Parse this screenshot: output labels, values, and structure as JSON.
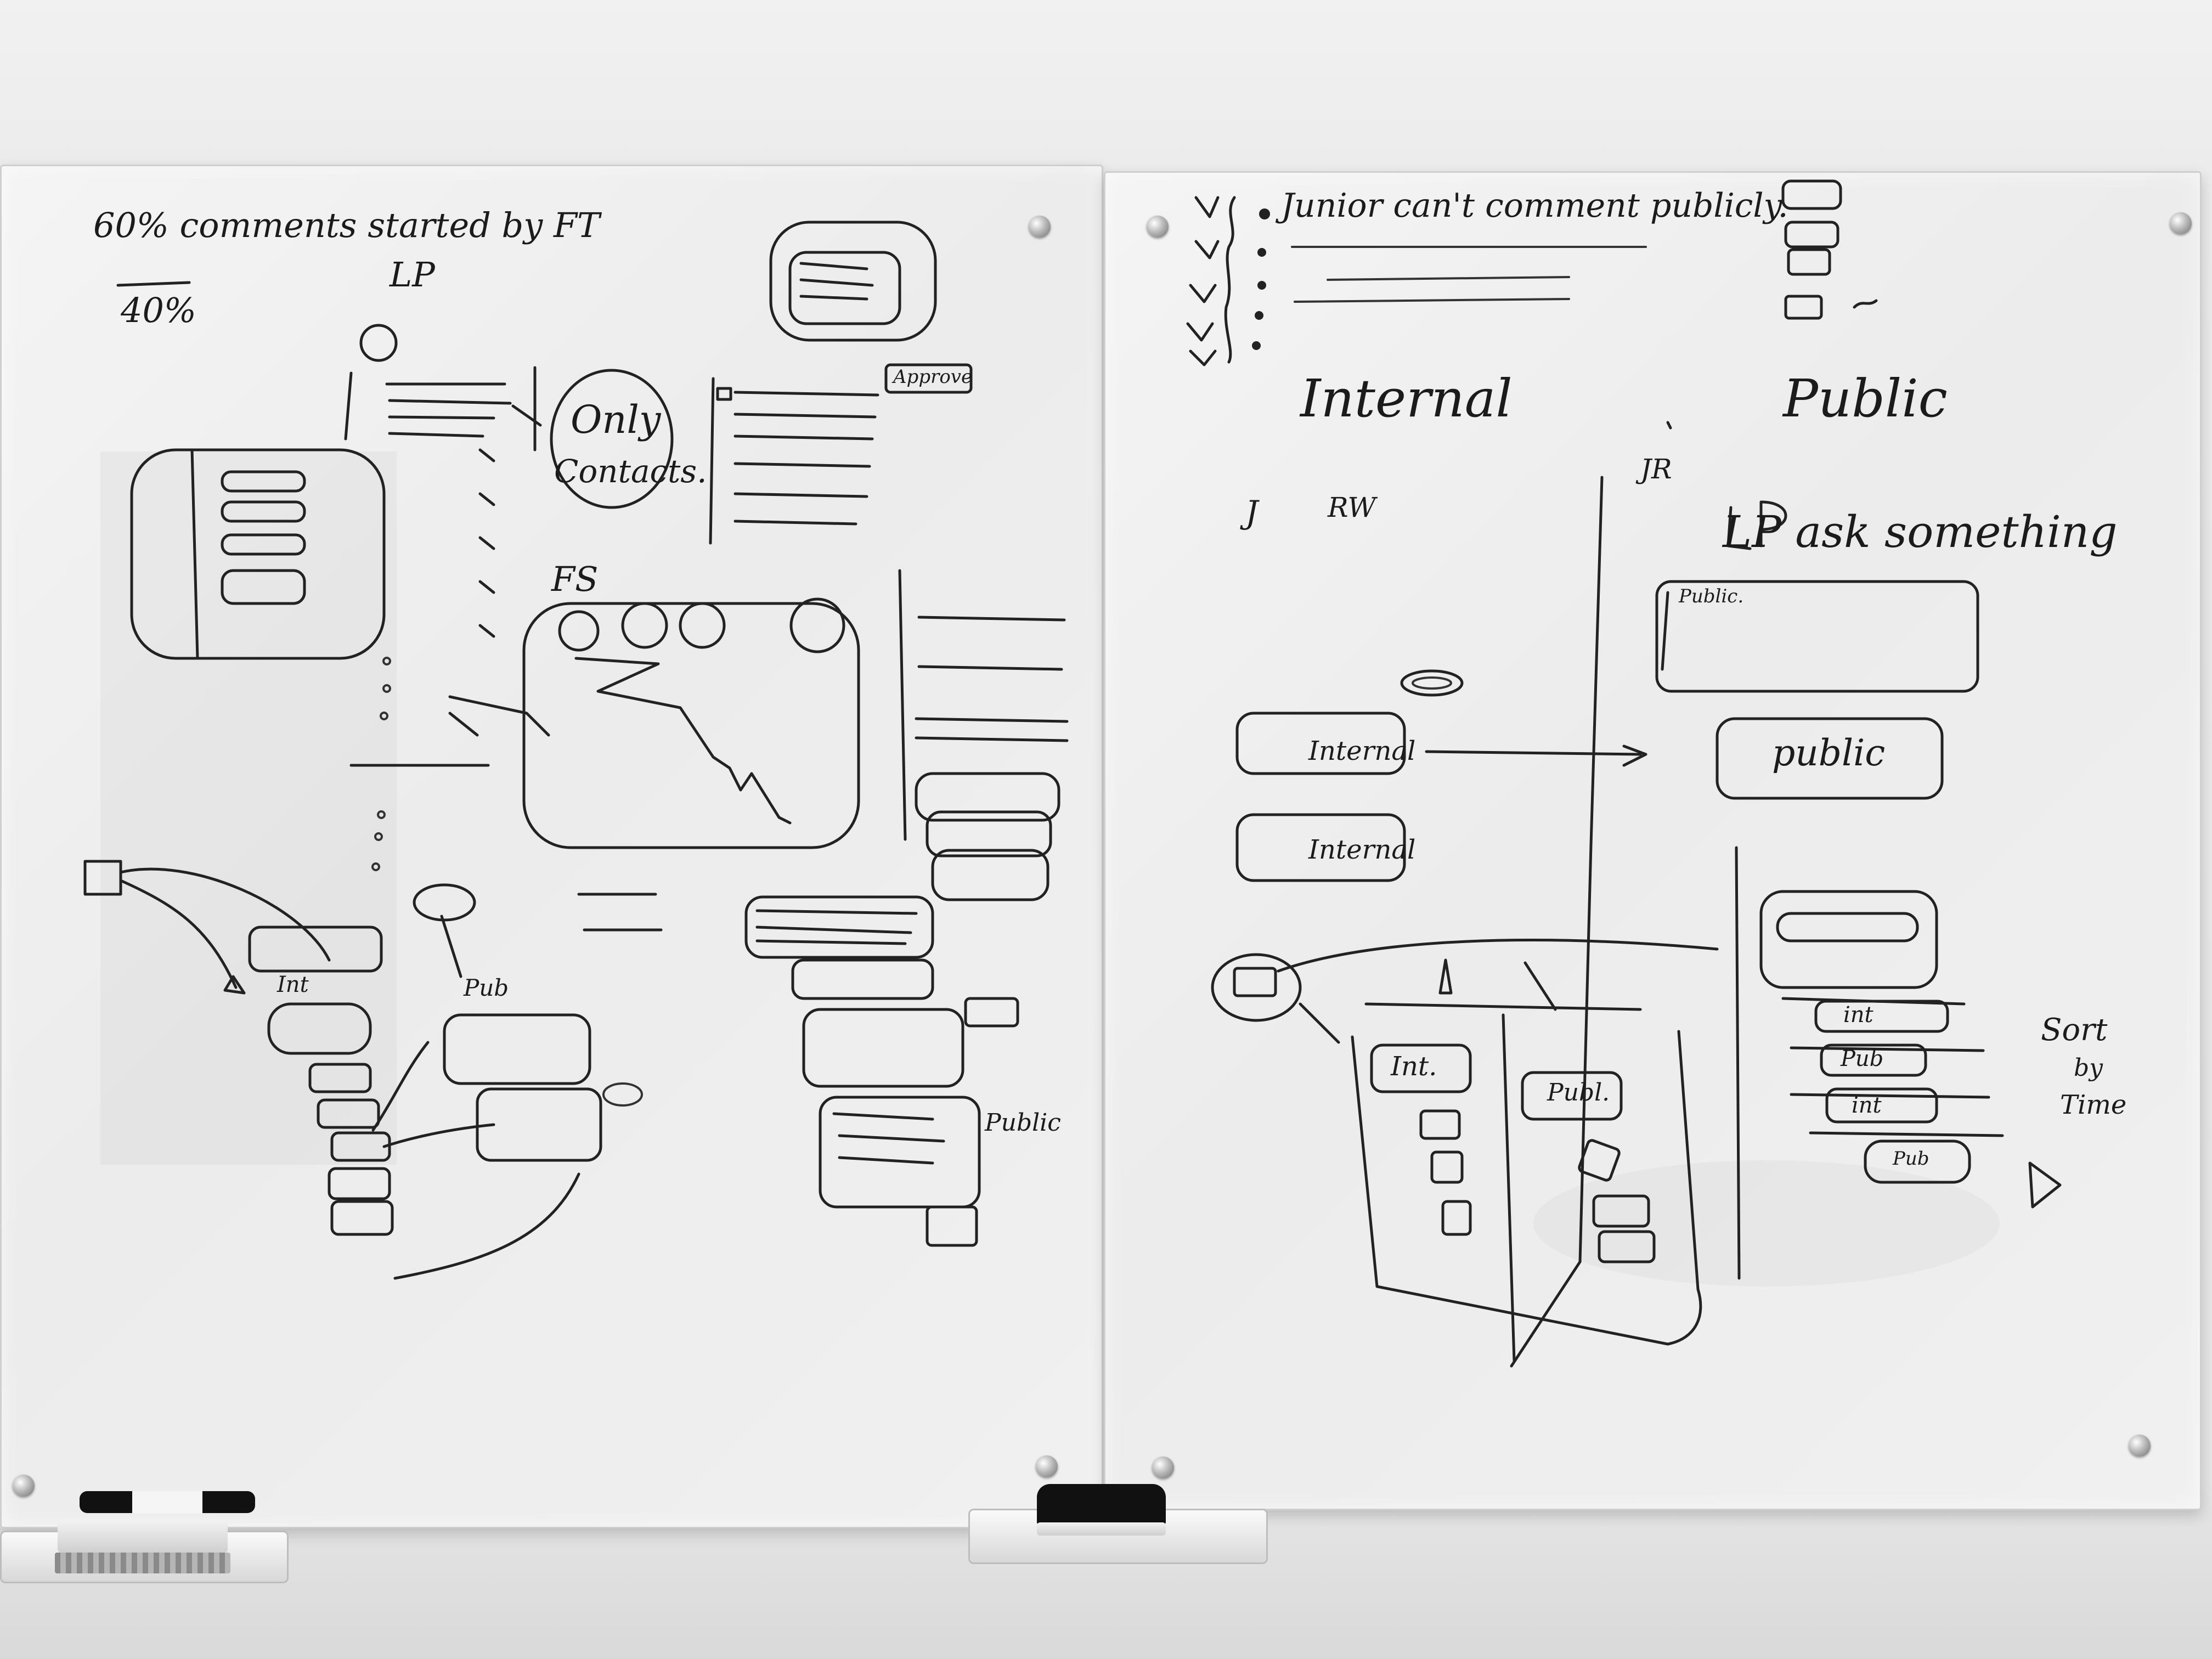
{
  "left_board": {
    "stat_line": "60% comments started by FT",
    "stat_sub": "LP",
    "stat_fraction": "40%",
    "note_only_contacts_1": "Only",
    "note_only_contacts_2": "Contacts.",
    "button_approve": "Approve",
    "label_fs": "FS",
    "label_int": "Int",
    "label_pub": "Pub",
    "label_public": "Public"
  },
  "right_board": {
    "rule": "Junior can't comment publicly.",
    "heading_internal": "Internal",
    "heading_public": "Public",
    "label_jr": "JR",
    "label_j": "J",
    "label_rw": "RW",
    "lp_ask": "LP ask something",
    "field_public": "Public.",
    "button_internal_1": "Internal",
    "button_internal_2": "Internal",
    "button_public": "public",
    "col_int": "Int.",
    "col_publ": "Publ.",
    "list_int_1": "int",
    "list_pub_1": "Pub",
    "list_int_2": "int",
    "list_pub_2": "Pub",
    "sort_note_1": "Sort",
    "sort_note_2": "by",
    "sort_note_3": "Time"
  }
}
